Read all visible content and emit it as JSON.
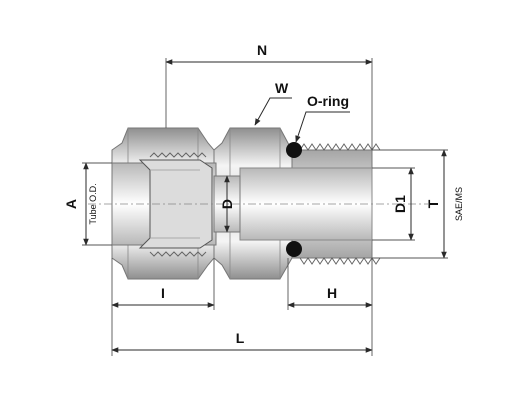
{
  "labels": {
    "N": "N",
    "W": "W",
    "O_ring": "O-ring",
    "A": "A",
    "Tube_OD": "Tube O.D.",
    "D": "D",
    "D1": "D1",
    "T": "T",
    "SAE_MS": "SAE/MS",
    "I": "I",
    "H": "H",
    "L": "L"
  },
  "colors": {
    "metal_light": "#f0f0f0",
    "metal_dark": "#9a9a9a",
    "oring": "#111111",
    "line": "#2a2a2a"
  }
}
